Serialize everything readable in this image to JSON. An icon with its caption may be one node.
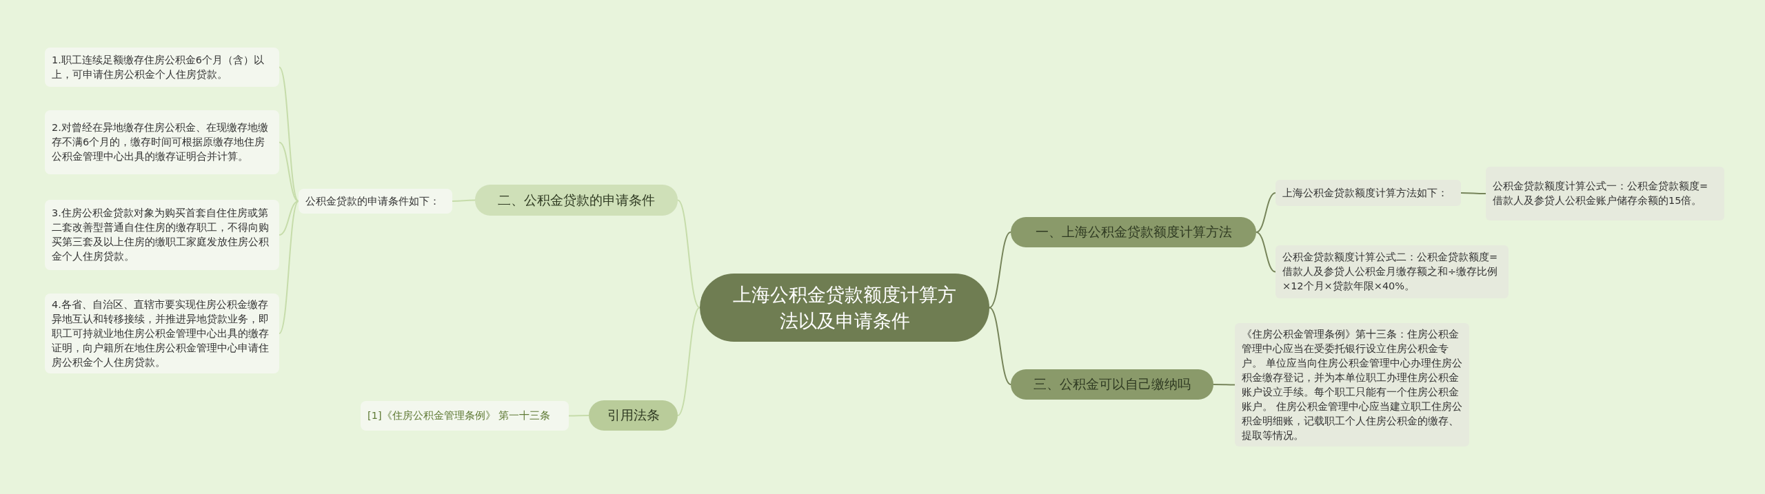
{
  "diagram": {
    "nodes": [
      {
        "text": [
          "上海公积金贷款额度计算方法以及申请条件"
        ]
      },
      {
        "text": [
          "二、公积金贷款的申请条件"
        ]
      },
      {
        "text": [
          "公积金贷款的申请条件如下："
        ]
      },
      {
        "text": [
          "1.职工连续足额缴存住房公积金6个月（含）以上，可申请住房公积金个人住房贷款。"
        ]
      },
      {
        "text": [
          "2.对曾经在异地缴存住房公积金、在现缴存地缴存不满6个月的，缴存时间可根据原缴存地住房公积金管理中心出具的缴存证明合并计算。"
        ]
      },
      {
        "text": [
          "3.住房公积金贷款对象为购买首套自住住房或第二套改善型普通自住住房的缴存职工，不得向购买第三套及以上住房的缴职工家庭发放住房公积金个人住房贷款。"
        ]
      },
      {
        "text": [
          "4.各省、自治区、直辖市要实现住房公积金缴存异地互认和转移接续，并推进异地贷款业务，即职工可持就业地住房公积金管理中心出具的缴存证明，向户籍所在地住房公积金管理中心申请住房公积金个人住房贷款。"
        ]
      },
      {
        "text": [
          "引用法条"
        ]
      },
      {
        "text": [
          "[1]《住房公积金管理条例》 第一十三条"
        ]
      },
      {
        "text": [
          "一、上海公积金贷款额度计算方法"
        ]
      },
      {
        "text": [
          "上海公积金贷款额度计算方法如下："
        ]
      },
      {
        "text": [
          "公积金贷款额度计算公式一：公积金贷款额度=借款人及参贷人公积金账户储存余额的15倍。"
        ]
      },
      {
        "text": [
          "公积金贷款额度计算公式二：公积金贷款额度=借款人及参贷人公积金月缴存额之和÷缴存比例×12个月×贷款年限×40%。"
        ]
      },
      {
        "text": [
          "三、公积金可以自己缴纳吗"
        ]
      },
      {
        "text": [
          "《住房公积金管理条例》第十三条：住房公积金管理中心应当在受委托银行设立住房公积金专户。 单位应当向住房公积金管理中心办理住房公积金缴存登记，并为本单位职工办理住房公积金账户设立手续。每个职工只能有一个住房公积金账户。 住房公积金管理中心应当建立职工住房公积金明细账，记载职工个人住房公积金的缴存、提取等情况。"
        ]
      }
    ],
    "edges": [
      {
        "from": 0,
        "to": 1,
        "arrow": "none"
      },
      {
        "from": 1,
        "to": 2,
        "arrow": "none"
      },
      {
        "from": 2,
        "to": 3,
        "arrow": "none"
      },
      {
        "from": 2,
        "to": 4,
        "arrow": "none"
      },
      {
        "from": 2,
        "to": 5,
        "arrow": "none"
      },
      {
        "from": 2,
        "to": 6,
        "arrow": "none"
      },
      {
        "from": 0,
        "to": 7,
        "arrow": "none"
      },
      {
        "from": 7,
        "to": 8,
        "arrow": "none"
      },
      {
        "from": 0,
        "to": 9,
        "arrow": "none",
        "color": "#76845a"
      },
      {
        "from": 9,
        "to": 10,
        "arrow": "none",
        "color": "#76845a"
      },
      {
        "from": 10,
        "to": 11,
        "arrow": "none",
        "color": "#76845a"
      },
      {
        "from": 9,
        "to": 12,
        "arrow": "none",
        "color": "#76845a"
      },
      {
        "from": 0,
        "to": 13,
        "arrow": "none",
        "color": "#76845a"
      },
      {
        "from": 13,
        "to": 14,
        "arrow": "none",
        "color": "#76845a"
      }
    ]
  }
}
